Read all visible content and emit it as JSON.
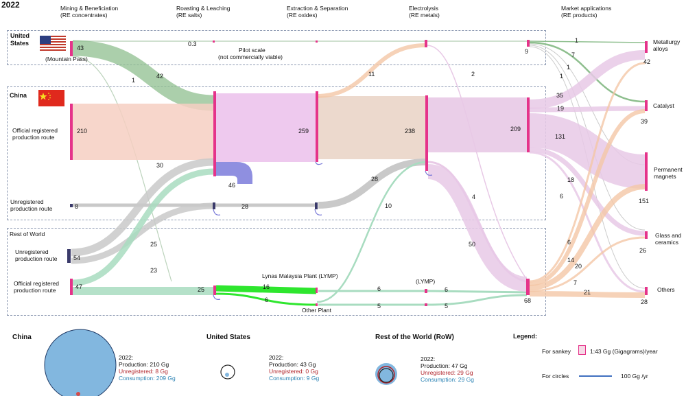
{
  "year": "2022",
  "stages": [
    {
      "name": "Mining & Beneficiation",
      "sub": "(RE concentrates)"
    },
    {
      "name": "Roasting & Leaching",
      "sub": "(RE salts)"
    },
    {
      "name": "Extraction & Separation",
      "sub": "(RE oxides)"
    },
    {
      "name": "Electrolysis",
      "sub": "(RE metals)"
    },
    {
      "name": "Market applications",
      "sub": "(RE products)"
    }
  ],
  "regions": {
    "us": "United States",
    "china": "China",
    "row": "Rest of World"
  },
  "labels": {
    "mountain_pass": "(Mountain Pass)",
    "pilot": "Pilot scale",
    "pilot2": "(not commercially viable)",
    "china_official": "Official registered",
    "china_official2": "production route",
    "china_unreg": "Unregistered",
    "china_unreg2": "production route",
    "row_unreg": "Unregistered",
    "row_unreg2": "production route",
    "row_official": "Official registered",
    "row_official2": "production route",
    "lynas": "Lynas Malaysia Plant (LYMP)",
    "lymp": "(LYMP)",
    "other_plant": "Other Plant"
  },
  "products": [
    {
      "name": "Metallurgy",
      "name2": "alloys",
      "value": "42"
    },
    {
      "name": "Catalyst",
      "name2": "",
      "value": "39"
    },
    {
      "name": "Permanent",
      "name2": "magnets",
      "value": "151"
    },
    {
      "name": "Glass and",
      "name2": "ceramics",
      "value": "26"
    },
    {
      "name": "Others",
      "name2": "",
      "value": "28"
    }
  ],
  "flow_values": {
    "us_mine": "43",
    "us_pilot": "0.3",
    "us_to_china": "42",
    "us_to_row": "1",
    "china_ro_to_elec": "11",
    "us_elec": "9",
    "us_elec_to_row": "2",
    "china_mine": "210",
    "china_roast": "259",
    "china_sep": "238",
    "china_elec": "209",
    "china_unreg": "8",
    "china_unreg_flow": "28",
    "unreg_to_elec": "28",
    "loss": "46",
    "row_unreg_to_china": "30",
    "row_unreg": "54",
    "row_unreg_flow": "25",
    "row_official_to_china": "23",
    "row_official": "47",
    "row_roast": "25",
    "lynas": "16",
    "other": "6",
    "lymp_in": "6",
    "lymp_out": "6",
    "other_in": "5",
    "other_out": "5",
    "row_to_china_elec": "10",
    "china_elec_to_row": "4",
    "china_sep_to_row": "50",
    "row_elec": "68",
    "us_met": "1",
    "us_cat": "7",
    "us_mag": "1",
    "us_glass": "1",
    "c_met": "35",
    "c_cat": "19",
    "c_mag": "131",
    "c_glass": "18",
    "c_oth": "6",
    "r_met": "6",
    "r_cat": "14",
    "r_mag": "20",
    "r_glass": "7",
    "r_oth": "21"
  },
  "summary": {
    "china": {
      "title": "China",
      "year": "2022:",
      "production": "Production: 210 Gg",
      "unregistered": "Unregistered: 8 Gg",
      "consumption": "Consumption: 209 Gg"
    },
    "us": {
      "title": "United States",
      "year": "2022:",
      "production": "Production: 43 Gg",
      "unregistered": "Unregistered: 0 Gg",
      "consumption": "Consumption: 9 Gg"
    },
    "row": {
      "title": "Rest of the World (RoW)",
      "year": "2022:",
      "production": "Production: 47 Gg",
      "unregistered": "Unregistered: 29 Gg",
      "consumption": "Consumption: 29 Gg"
    }
  },
  "legend": {
    "title": "Legend:",
    "sankey_label": "For sankey",
    "sankey_scale": "1:43 Gg (Gigagrams)/year",
    "circle_label": "For circles",
    "circle_scale": "100 Gg /yr"
  },
  "colors": {
    "us_flow": "#8fbf8f",
    "china_mine": "#f6cfc2",
    "china_roast": "#ecc3ec",
    "china_sep": "#ead5c8",
    "china_elec": "#e8c9e6",
    "row_flow": "#a8dcc0",
    "gray": "#c9c9c9",
    "node": "#e5338a",
    "lynas": "#2ee62e",
    "loss": "#8f8fe0",
    "circle": "#82b7df",
    "orange": "#f4c7a6"
  }
}
